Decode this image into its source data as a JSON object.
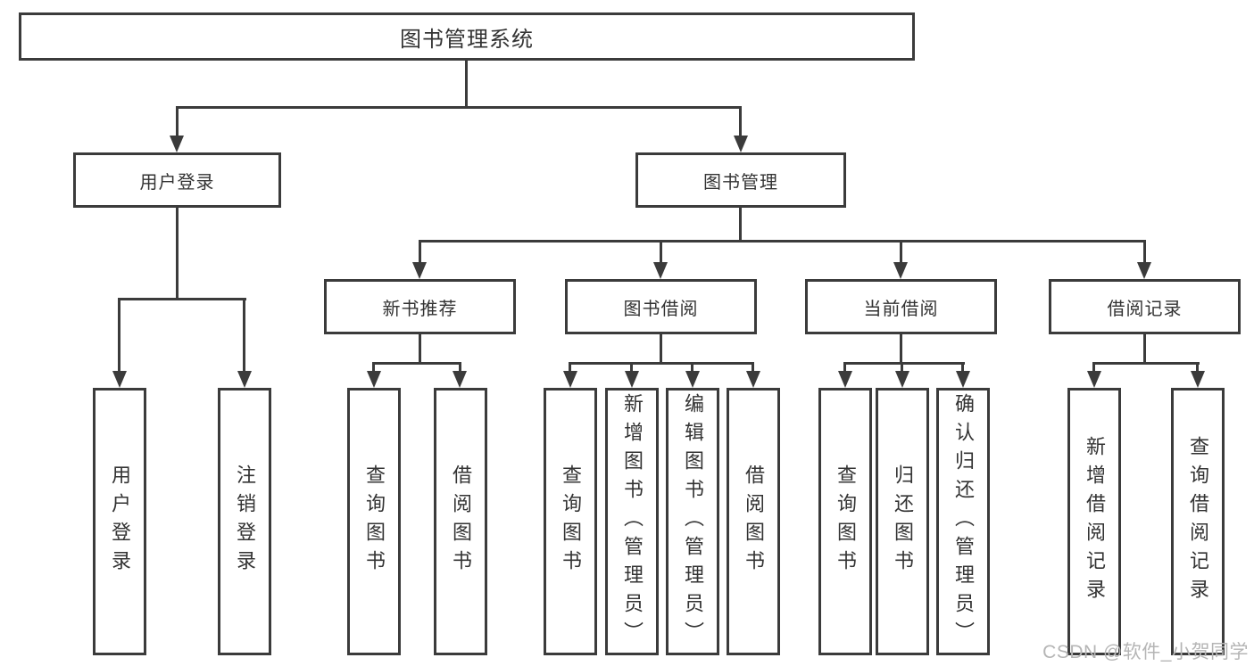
{
  "diagram": {
    "type": "hierarchy-tree",
    "title": "图书管理系统"
  },
  "nodes": {
    "root": "图书管理系统",
    "user_login": "用户登录",
    "book_mgmt": "图书管理",
    "new_book_rec": "新书推荐",
    "book_borrow": "图书借阅",
    "current_borrow": "当前借阅",
    "borrow_records": "借阅记录",
    "leaf_user_login": "用户登录",
    "leaf_logout_login": "注销登录",
    "leaf_query_book_a": "查询图书",
    "leaf_borrow_book_a": "借阅图书",
    "leaf_query_book_b": "查询图书",
    "leaf_add_book_admin": "新增图书（管理员）",
    "leaf_edit_book_admin": "编辑图书（管理员）",
    "leaf_borrow_book_b": "借阅图书",
    "leaf_query_book_c": "查询图书",
    "leaf_return_book": "归还图书",
    "leaf_confirm_return_admin": "确认归还（管理员）",
    "leaf_add_borrow_record": "新增借阅记录",
    "leaf_query_borrow_record": "查询借阅记录"
  },
  "hierarchy": {
    "图书管理系统": [
      "用户登录",
      "图书管理"
    ],
    "用户登录": [
      "用户登录",
      "注销登录"
    ],
    "图书管理": [
      "新书推荐",
      "图书借阅",
      "当前借阅",
      "借阅记录"
    ],
    "新书推荐": [
      "查询图书",
      "借阅图书"
    ],
    "图书借阅": [
      "查询图书",
      "新增图书（管理员）",
      "编辑图书（管理员）",
      "借阅图书"
    ],
    "当前借阅": [
      "查询图书",
      "归还图书",
      "确认归还（管理员）"
    ],
    "借阅记录": [
      "新增借阅记录",
      "查询借阅记录"
    ]
  },
  "watermark": {
    "text": "CSDN @软件_小贺同学"
  },
  "colors": {
    "line": "#3b3b3b",
    "text": "#333333",
    "background": "#ffffff",
    "watermark": "#b5b5b5"
  }
}
